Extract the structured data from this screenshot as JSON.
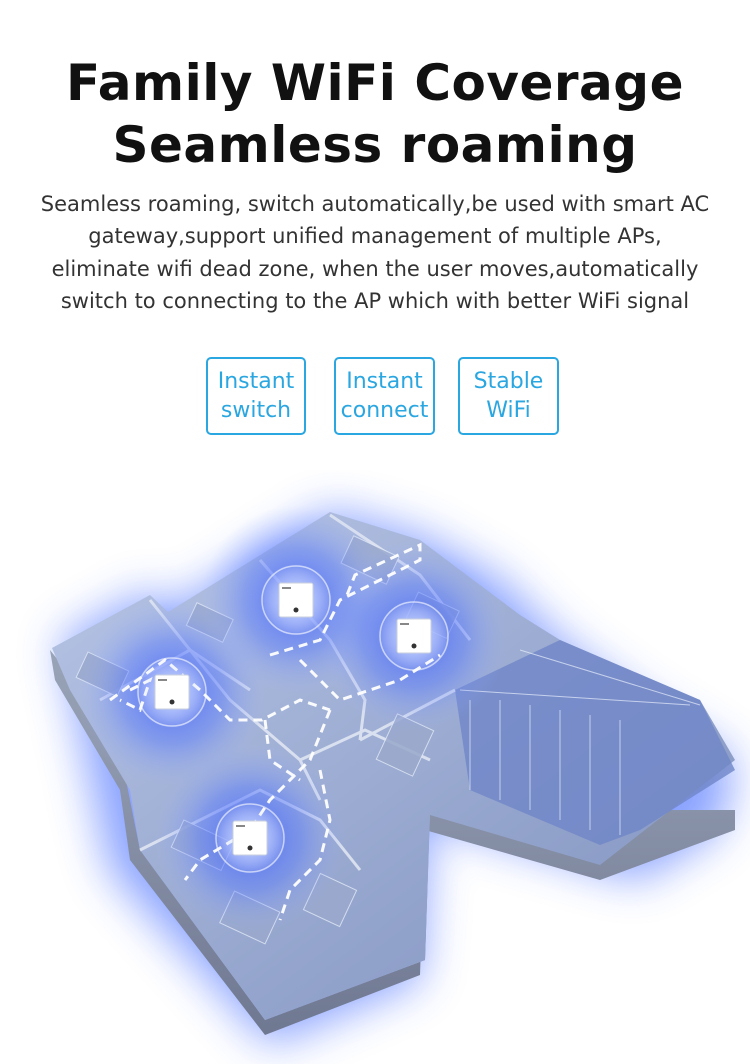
{
  "heading": {
    "line1": "Family WiFi Coverage",
    "line2": "Seamless roaming"
  },
  "description": {
    "lines": [
      "Seamless roaming, switch automatically,be used with smart AC",
      "gateway,support unified management of multiple APs,",
      "eliminate wifi dead zone, when the user moves,automatically",
      "switch to connecting to the AP which with better WiFi signal"
    ]
  },
  "features": [
    {
      "line1": "Instant",
      "line2": "switch"
    },
    {
      "line1": "Instant",
      "line2": "connect"
    },
    {
      "line1": "Stable",
      "line2": "WiFi"
    }
  ],
  "colors": {
    "accent": "#2aa6e0",
    "glow": "#3a5cff",
    "floor": "#8a9fc4"
  },
  "illustration": {
    "access_point_count": 4,
    "icon": "wall-access-point-icon"
  }
}
